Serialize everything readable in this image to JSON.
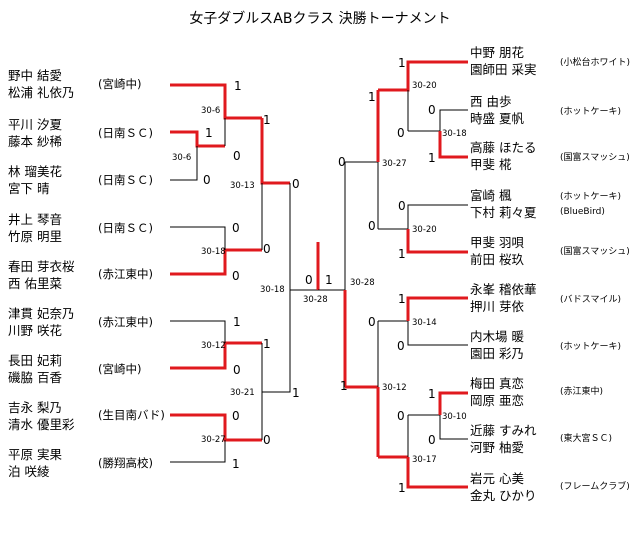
{
  "title": "女子ダブルスABクラス 決勝トーナメント",
  "left_entries": [
    {
      "players": [
        "野中 結愛",
        "松浦 礼依乃"
      ],
      "club": "(宮崎中)"
    },
    {
      "players": [
        "平川 汐夏",
        "藤本 紗稀"
      ],
      "club": "(日南ＳＣ)"
    },
    {
      "players": [
        "林 瑠美花",
        "宮下 晴"
      ],
      "club": "(日南ＳＣ)"
    },
    {
      "players": [
        "井上 琴音",
        "竹原 明里"
      ],
      "club": "(日南ＳＣ)"
    },
    {
      "players": [
        "春田 芽衣桜",
        "西 佑里菜"
      ],
      "club": "(赤江東中)"
    },
    {
      "players": [
        "津貫 妃奈乃",
        "川野 咲花"
      ],
      "club": "(赤江東中)"
    },
    {
      "players": [
        "長田 妃莉",
        "磯脇 百香"
      ],
      "club": "(宮崎中)"
    },
    {
      "players": [
        "吉永 梨乃",
        "清水 優里彩"
      ],
      "club": "(生目南バド)"
    },
    {
      "players": [
        "平原 実果",
        "泊 咲綾"
      ],
      "club": "(勝翔高校)"
    }
  ],
  "right_entries": [
    {
      "players": [
        "中野 朋花",
        "園師田 采実"
      ],
      "club": "(小松台ホワイト)"
    },
    {
      "players": [
        "西 由歩",
        "時盛 夏帆"
      ],
      "club": "(ホットケーキ)"
    },
    {
      "players": [
        "高藤 ほたる",
        "甲斐 椛"
      ],
      "club": "(国富スマッシュ)"
    },
    {
      "players": [
        "富崎 楓",
        "下村 莉々夏"
      ],
      "club": "(ホットケーキ)"
    },
    {
      "players": [
        "甲斐 羽唄",
        "前田 桜玖"
      ],
      "club": "(国富スマッシュ)"
    },
    {
      "players": [
        "永峯 稽依華",
        "押川 芽依"
      ],
      "club": "(バドスマイル)"
    },
    {
      "players": [
        "内木場 暖",
        "園田 彩乃"
      ],
      "club": "(ホットケーキ)"
    },
    {
      "players": [
        "梅田 真恋",
        "岡原 亜恋"
      ],
      "club": "(赤江東中)"
    },
    {
      "players": [
        "近藤 すみれ",
        "河野 柚愛"
      ],
      "club": "(東大宮ＳＣ)"
    },
    {
      "players": [
        "岩元 心美",
        "金丸 ひかり"
      ],
      "club": "(フレームクラブ)"
    }
  ],
  "right_club_extra": "(BlueBird)",
  "left_results": [
    "1",
    "1",
    "0",
    "0",
    "0",
    "1",
    "0",
    "0",
    "1",
    "0",
    "1",
    "0",
    "1",
    "0",
    "1",
    "0",
    "0"
  ],
  "left_scores": [
    "30-6",
    "30-6",
    "30-13",
    "30-18",
    "30-18",
    "30-12",
    "30-21",
    "30-27"
  ],
  "right_results": [
    "1",
    "0",
    "1",
    "1",
    "0",
    "1",
    "0",
    "1",
    "1",
    "0",
    "1",
    "0",
    "1",
    "1",
    "0",
    "1",
    "1"
  ],
  "right_scores": [
    "30-20",
    "30-18",
    "30-27",
    "30-20",
    "30-14",
    "30-28",
    "30-12",
    "30-10",
    "30-17"
  ],
  "final": {
    "left_result": "0",
    "right_result": "1",
    "score": "30-28"
  },
  "colors": {
    "winner_line": "#e0191e",
    "loser_line": "#000000"
  }
}
